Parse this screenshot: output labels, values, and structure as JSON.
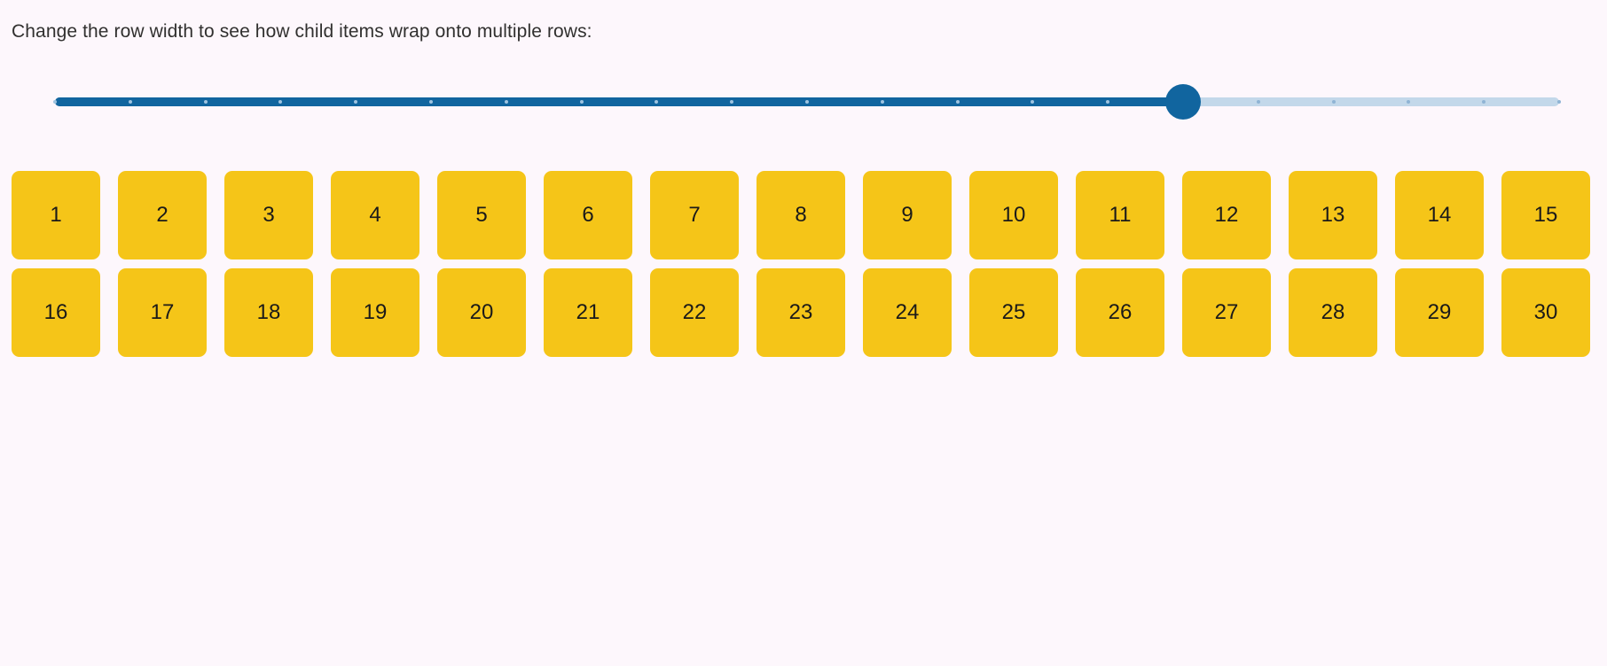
{
  "instruction": {
    "text": "Change the row width to see how child items wrap onto multiple rows:"
  },
  "slider": {
    "name": "row-width-slider",
    "min": 0,
    "max": 20,
    "step": 1,
    "value": 15,
    "value_percent": 75,
    "tick_count": 21,
    "track_color": "#11659f",
    "rail_color": "#c3d8ea",
    "thumb_color": "#11659f",
    "tick_color": "#8fb4d4"
  },
  "items": {
    "accent_color": "#f5c518",
    "text_color": "#1b1a19",
    "per_row": 15,
    "rows": [
      [
        "1",
        "2",
        "3",
        "4",
        "5",
        "6",
        "7",
        "8",
        "9",
        "10",
        "11",
        "12",
        "13",
        "14",
        "15"
      ],
      [
        "16",
        "17",
        "18",
        "19",
        "20",
        "21",
        "22",
        "23",
        "24",
        "25",
        "26",
        "27",
        "28",
        "29",
        "30"
      ]
    ]
  },
  "page": {
    "background_color": "#fdf7fc"
  }
}
